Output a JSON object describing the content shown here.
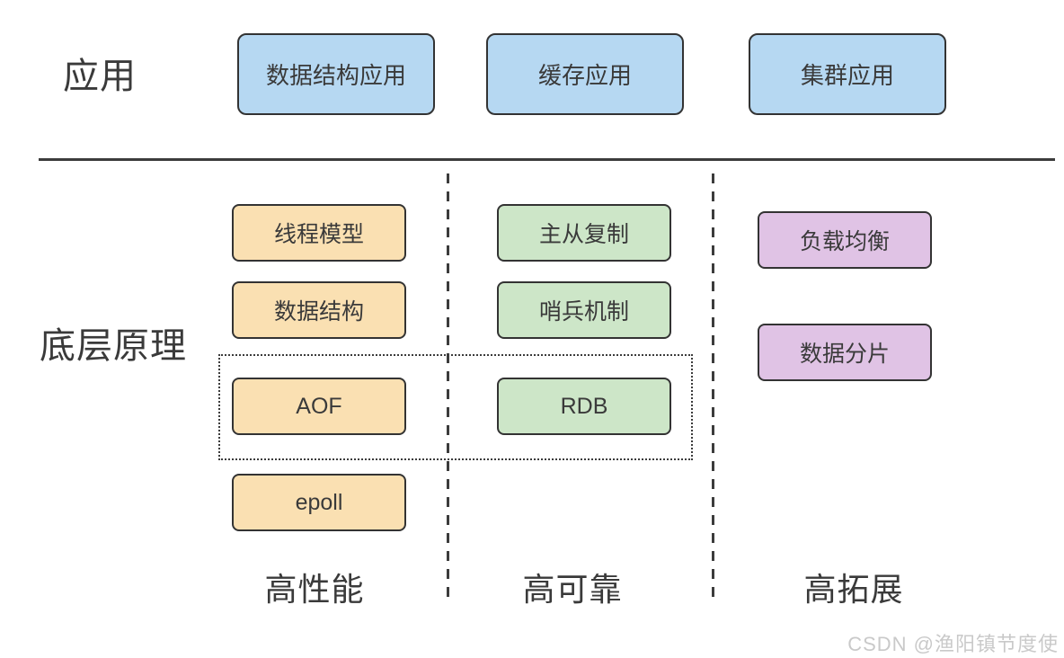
{
  "colors": {
    "app_box_fill": "#B6D8F2",
    "performance_fill": "#FAE0B2",
    "reliability_fill": "#CDE6C8",
    "scalability_fill": "#E0C3E5",
    "box_border": "#333333",
    "text": "#3A3A3A",
    "divider": "#3C3C3C",
    "watermark": "#C9C9C9"
  },
  "layers": {
    "application": {
      "label": "应用",
      "boxes": [
        {
          "label": "数据结构应用"
        },
        {
          "label": "缓存应用"
        },
        {
          "label": "集群应用"
        }
      ]
    },
    "principles": {
      "label": "底层原理",
      "columns": [
        {
          "footer": "高性能",
          "boxes": [
            "线程模型",
            "数据结构",
            "AOF",
            "epoll"
          ]
        },
        {
          "footer": "高可靠",
          "boxes": [
            "主从复制",
            "哨兵机制",
            "RDB"
          ]
        },
        {
          "footer": "高拓展",
          "boxes": [
            "负载均衡",
            "数据分片"
          ]
        }
      ]
    }
  },
  "watermark": "CSDN @渔阳镇节度使"
}
